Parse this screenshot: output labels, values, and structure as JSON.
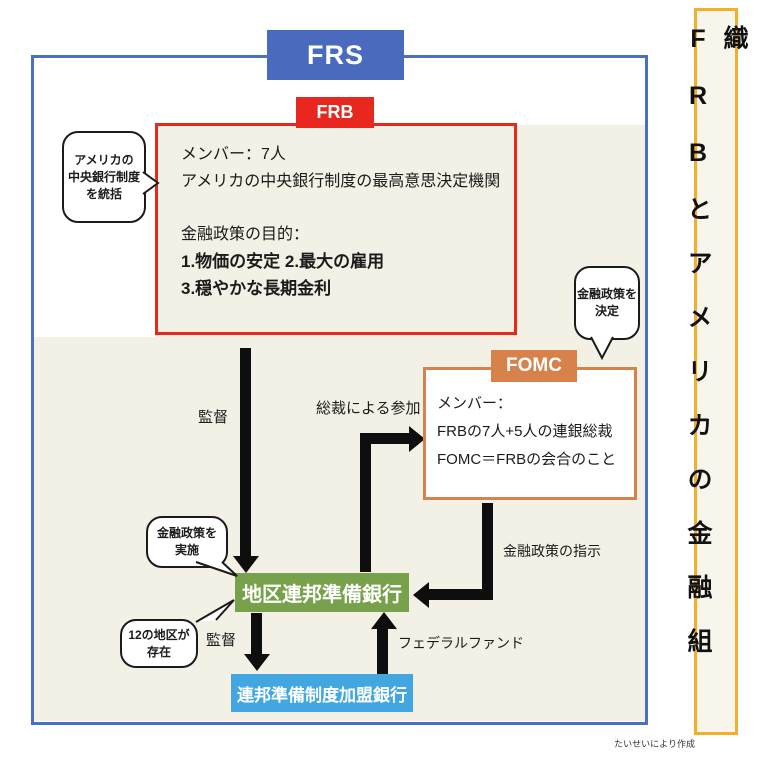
{
  "banner": {
    "title": "FRBとアメリカの金融組織"
  },
  "frs": {
    "label": "FRS"
  },
  "frb": {
    "tab_label": "FRB",
    "members_line": "メンバー：7人",
    "description": "アメリカの中央銀行制度の最高意思決定機関",
    "goal_heading": "金融政策の目的：",
    "goal_line1": "1.物価の安定 2.最大の雇用",
    "goal_line2": "3.穏やかな長期金利"
  },
  "fomc": {
    "tab_label": "FOMC",
    "members_heading": "メンバー：",
    "members_detail": "FRBの7人+5人の連銀総裁",
    "definition": "FOMC＝FRBの会合のこと"
  },
  "boxes": {
    "district_bank": "地区連邦準備銀行",
    "member_bank": "連邦準備制度加盟銀行"
  },
  "bubbles": {
    "oversee": "アメリカの\n中央銀行制度\nを統括",
    "decide": "金融政策を\n決定",
    "implement": "金融政策を\n実施",
    "districts": "12の地区が\n存在"
  },
  "arrow_labels": {
    "supervise_top": "監督",
    "participation": "総裁による参加",
    "policy_instruction": "金融政策の指示",
    "supervise_bottom": "監督",
    "federal_funds": "フェデラルファンド"
  },
  "credit": "たいせいにより作成",
  "colors": {
    "frs_blue": "#4a6bbd",
    "outer_border_blue": "#4a70c2",
    "frb_red": "#e8271e",
    "fomc_orange": "#d8824b",
    "district_green": "#77a24b",
    "member_blue": "#42a6e0",
    "banner_gold": "#f2b02a",
    "background_beige": "#f3f0e5",
    "arrow_black": "#0e0e0e"
  }
}
